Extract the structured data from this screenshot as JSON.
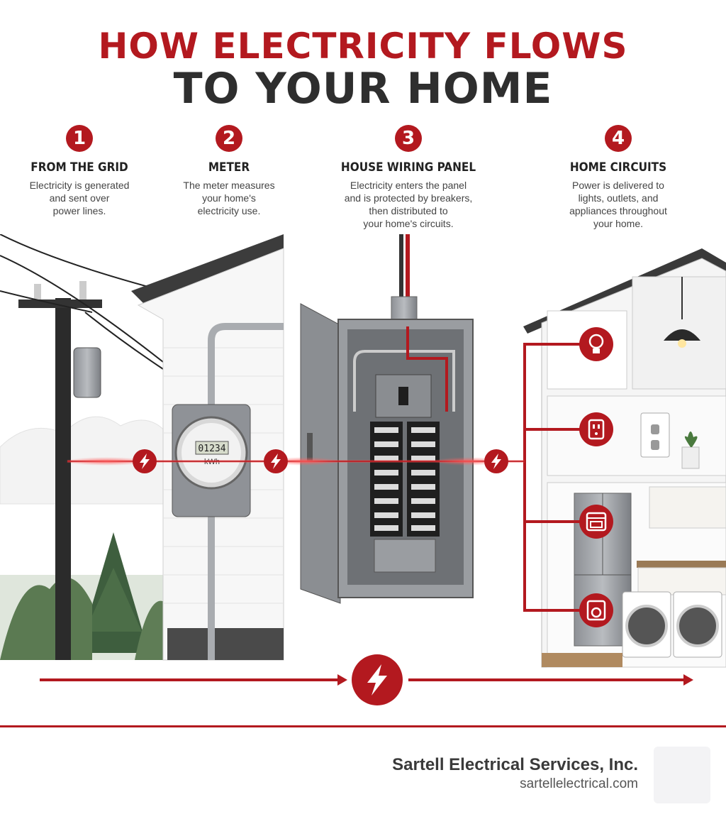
{
  "title": {
    "line1": "HOW ELECTRICITY FLOWS",
    "line2": "TO YOUR HOME"
  },
  "steps": [
    {
      "number": "1",
      "title": "FROM THE GRID",
      "desc": [
        "Electricity is generated",
        "and sent over",
        "power lines."
      ]
    },
    {
      "number": "2",
      "title": "METER",
      "desc": [
        "The meter measures",
        "your home's",
        "electricity use."
      ]
    },
    {
      "number": "3",
      "title": "HOUSE WIRING PANEL",
      "desc": [
        "Electricity enters the panel",
        "and is protected by breakers,",
        "then distributed to",
        "your home's circuits."
      ]
    },
    {
      "number": "4",
      "title": "HOME CIRCUITS",
      "desc": [
        "Power is delivered to",
        "lights, outlets, and",
        "appliances throughout",
        "your home."
      ]
    }
  ],
  "meter": {
    "reading": "01234",
    "unit": "kWh"
  },
  "company": {
    "name": "Sartell Electrical Services, Inc.",
    "url": "sartellelectrical.com"
  },
  "colors": {
    "accent": "#b3191f",
    "text": "#2e2e2e"
  },
  "icons": [
    "lightning-bolt-icon",
    "light-bulb-icon",
    "outlet-icon",
    "oven-icon",
    "washer-icon"
  ]
}
